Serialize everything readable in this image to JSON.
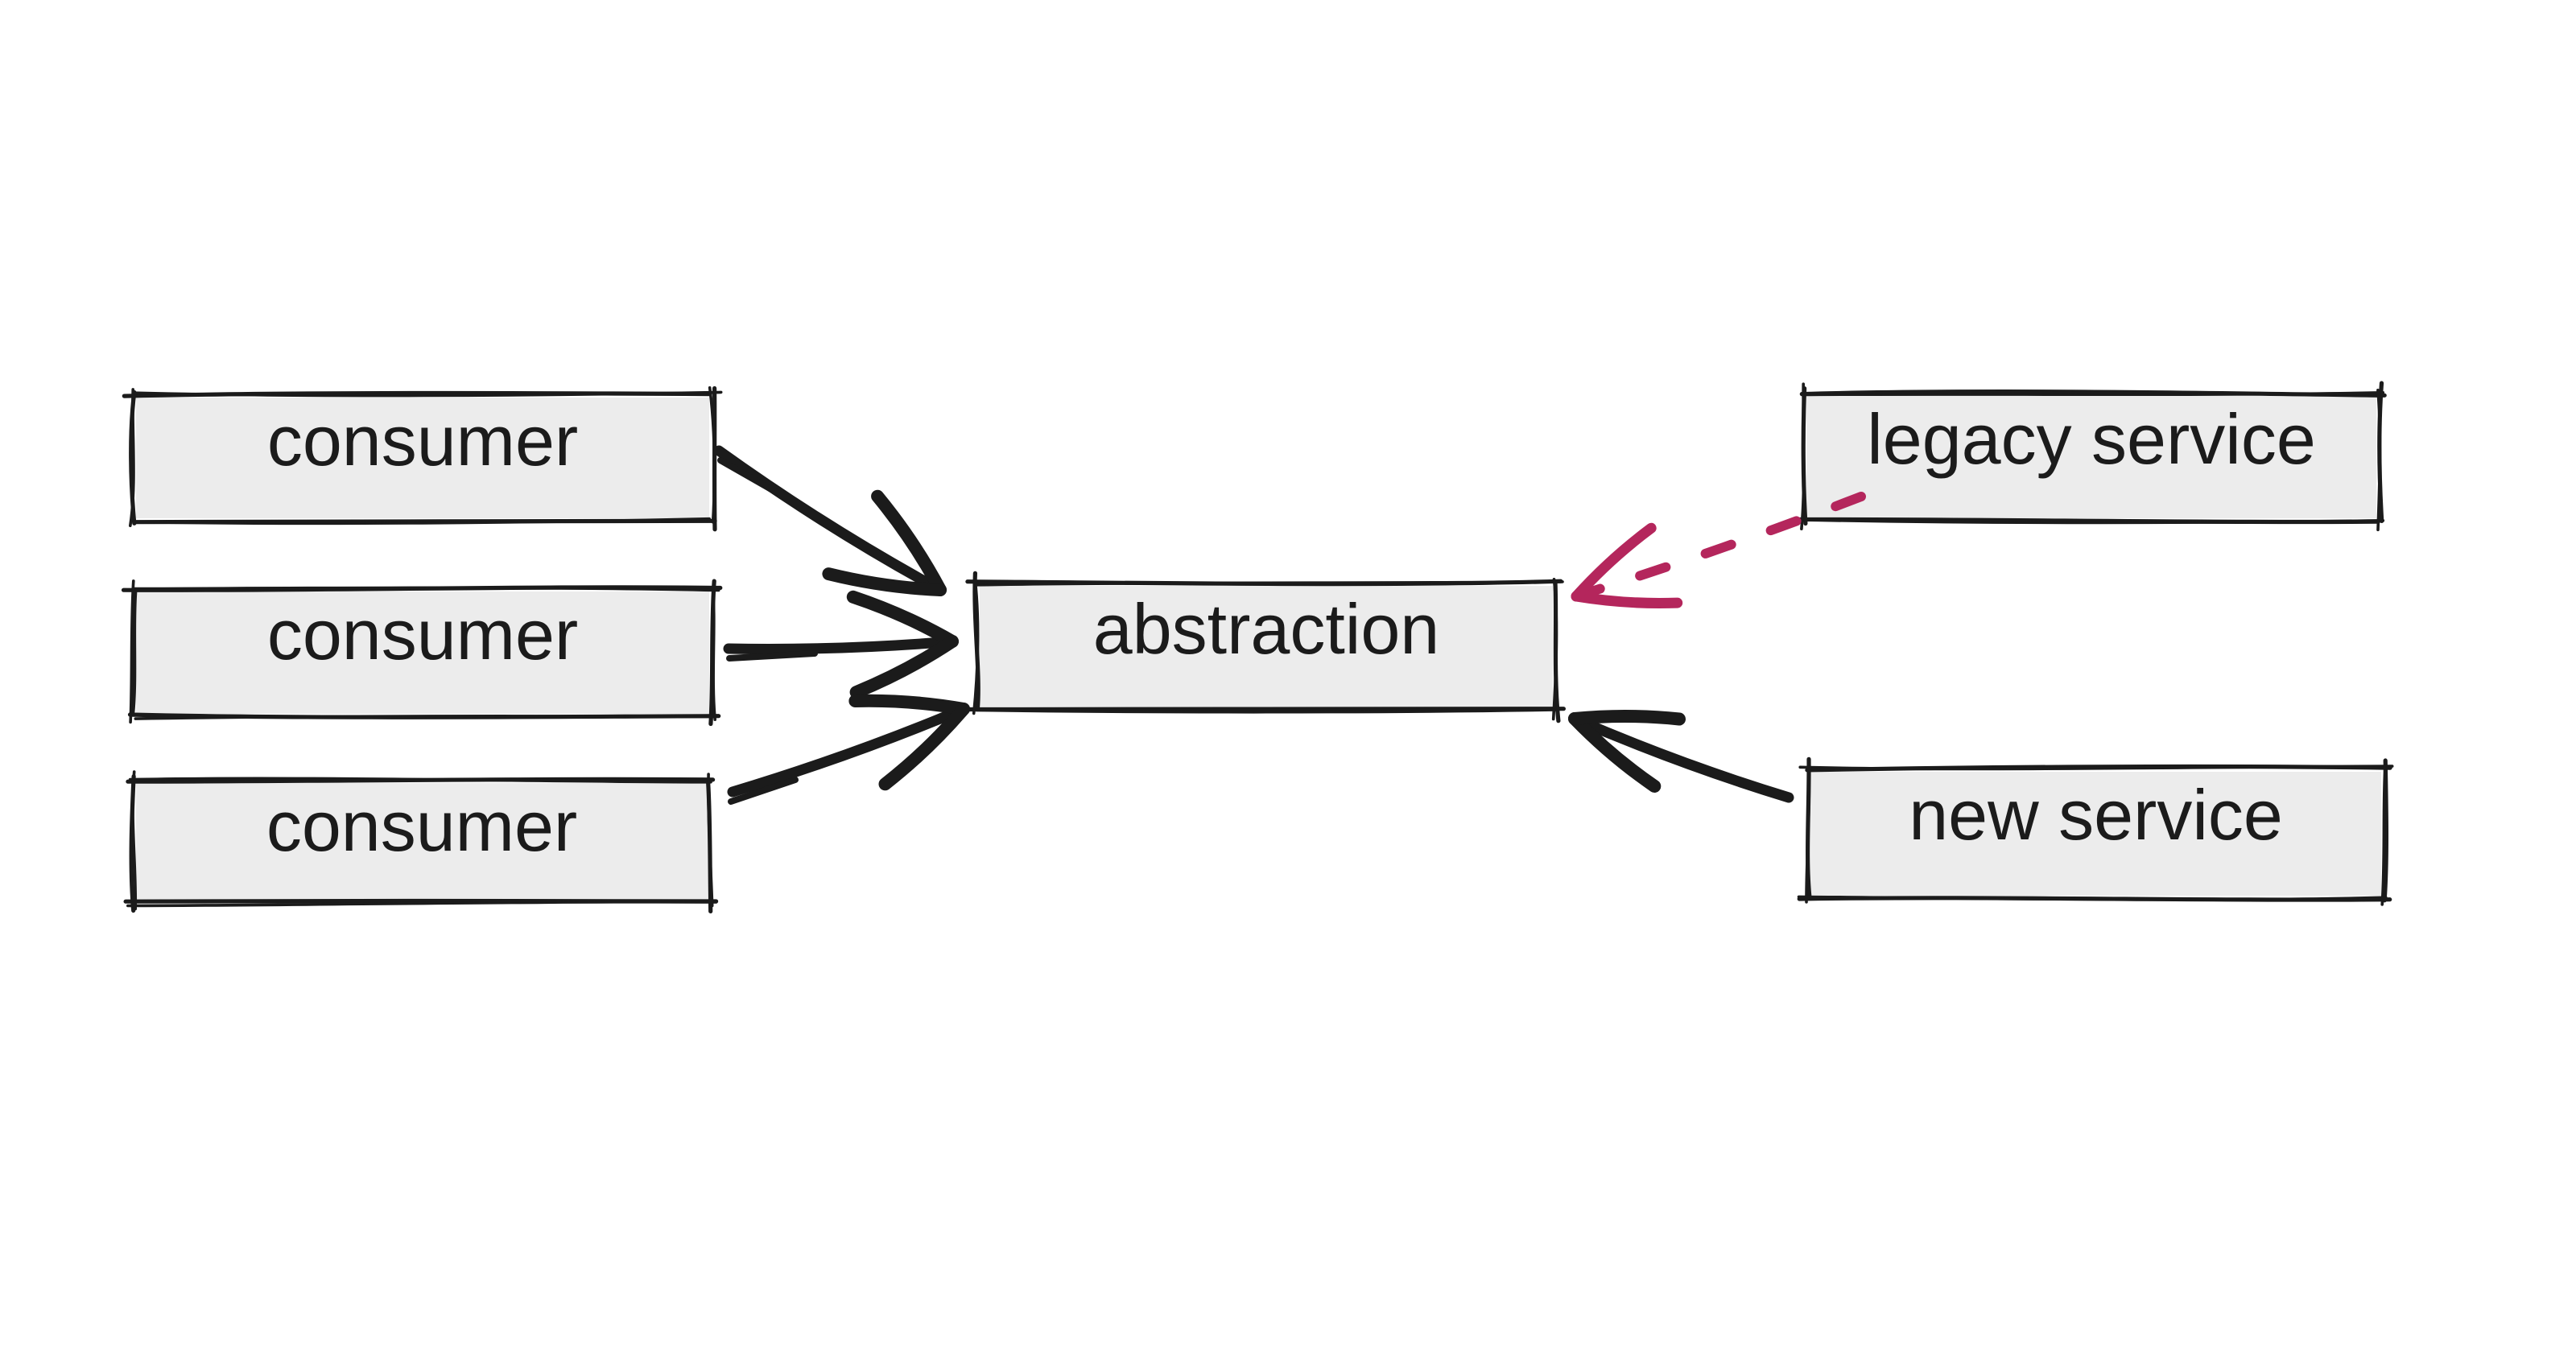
{
  "colors": {
    "background": "#ffffff",
    "ink": "#1b1b1b",
    "box_fill": "#ececec",
    "accent_pink": "#b4265c"
  },
  "nodes": [
    {
      "id": "consumer-1",
      "label": "consumer"
    },
    {
      "id": "consumer-2",
      "label": "consumer"
    },
    {
      "id": "consumer-3",
      "label": "consumer"
    },
    {
      "id": "abstraction",
      "label": "abstraction"
    },
    {
      "id": "legacy-service",
      "label": "legacy service"
    },
    {
      "id": "new-service",
      "label": "new service"
    }
  ],
  "edges": [
    {
      "id": "consumer-1-to-abstraction",
      "from": "consumer-1",
      "to": "abstraction",
      "line": "solid",
      "color": "ink"
    },
    {
      "id": "consumer-2-to-abstraction",
      "from": "consumer-2",
      "to": "abstraction",
      "line": "solid",
      "color": "ink"
    },
    {
      "id": "consumer-3-to-abstraction",
      "from": "consumer-3",
      "to": "abstraction",
      "line": "solid",
      "color": "ink"
    },
    {
      "id": "legacy-service-to-abstraction",
      "from": "legacy-service",
      "to": "abstraction",
      "line": "dashed",
      "color": "accent_pink"
    },
    {
      "id": "new-service-to-abstraction",
      "from": "new-service",
      "to": "abstraction",
      "line": "solid",
      "color": "ink"
    }
  ]
}
